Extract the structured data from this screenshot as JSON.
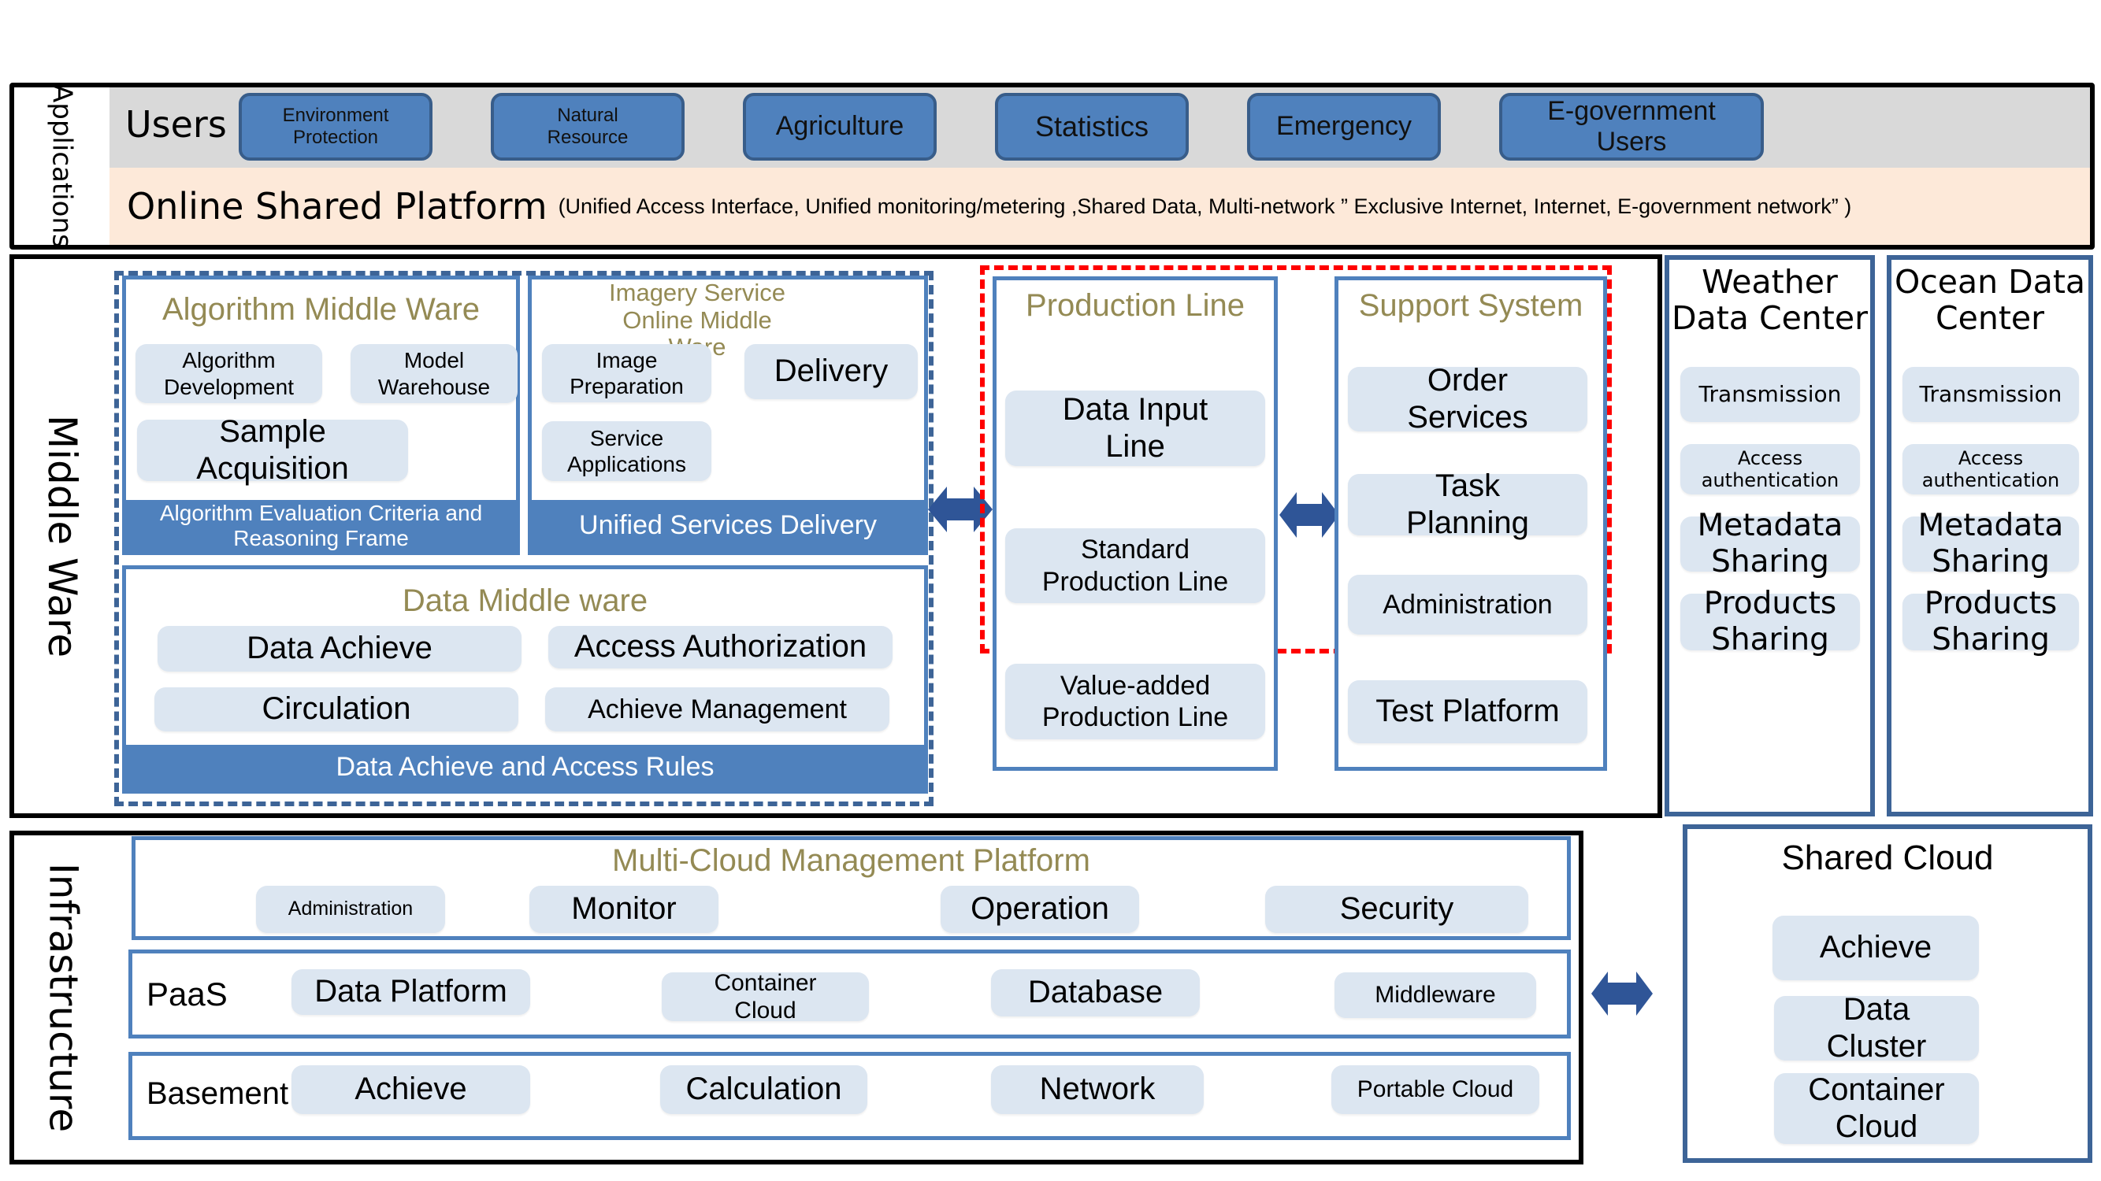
{
  "colors": {
    "user_block": "#4f81bd",
    "user_block_border": "#385d8a",
    "users_row_bg": "#d9d9d9",
    "platform_row_bg": "#fde9d9",
    "chip_bg": "#dce6f1",
    "band_bg": "#4f81bd",
    "section_title": "#948a54",
    "highlight_dash": "#ff0000",
    "group_dash": "#3d6497",
    "arrow": "#2f5597"
  },
  "applications": {
    "label": "Applications",
    "users": {
      "label": "Users",
      "items": [
        "Environment Protection",
        "Natural Resource",
        "Agriculture",
        "Statistics",
        "Emergency",
        "E-government Users"
      ]
    },
    "platform": {
      "title": "Online Shared Platform",
      "detail": "(Unified Access Interface, Unified monitoring/metering ,Shared Data,  Multi-network ”  Exclusive Internet, Internet,  E-government network”  )"
    }
  },
  "middleware": {
    "label": "Middle Ware",
    "algorithm": {
      "title": "Algorithm Middle Ware",
      "items": [
        "Algorithm Development",
        "Model Warehouse",
        "Sample Acquisition"
      ],
      "band": "Algorithm Evaluation Criteria and Reasoning Frame"
    },
    "imagery": {
      "title": "Imagery Service Online Middle Ware",
      "items": [
        "Image Preparation",
        "Delivery",
        "Service Applications"
      ],
      "band": "Unified Services Delivery"
    },
    "data": {
      "title": "Data Middle ware",
      "items": [
        "Data Achieve",
        "Access Authorization",
        "Circulation",
        "Achieve Management"
      ],
      "band": "Data Achieve and Access Rules"
    },
    "production_line": {
      "title": "Production Line",
      "items": [
        "Data Input Line",
        "Standard Production Line",
        "Value-added Production Line"
      ]
    },
    "support_system": {
      "title": "Support System",
      "items": [
        "Order Services",
        "Task Planning",
        "Administration",
        "Test Platform"
      ]
    }
  },
  "data_centers": [
    {
      "title": "Weather Data Center",
      "items": [
        "Transmission",
        "Access authentication",
        "Metadata Sharing",
        "Products Sharing"
      ]
    },
    {
      "title": "Ocean Data Center",
      "items": [
        "Transmission",
        "Access authentication",
        "Metadata Sharing",
        "Products Sharing"
      ]
    }
  ],
  "infrastructure": {
    "label": "Infrastructure",
    "multicloud": {
      "title": "Multi-Cloud Management Platform",
      "items": [
        "Administration",
        "Monitor",
        "Operation",
        "Security"
      ]
    },
    "paas": {
      "label": "PaaS",
      "items": [
        "Data Platform",
        "Container Cloud",
        "Database",
        "Middleware"
      ]
    },
    "basement": {
      "label": "Basement",
      "items": [
        "Achieve",
        "Calculation",
        "Network",
        "Portable Cloud"
      ]
    }
  },
  "shared_cloud": {
    "title": "Shared Cloud",
    "items": [
      "Achieve",
      "Data Cluster",
      "Container Cloud"
    ]
  },
  "icons": {
    "arrow_mw_to_production": "double-arrow-icon",
    "arrow_production_to_support": "double-arrow-icon",
    "arrow_infra_to_shared_cloud": "double-arrow-icon"
  }
}
